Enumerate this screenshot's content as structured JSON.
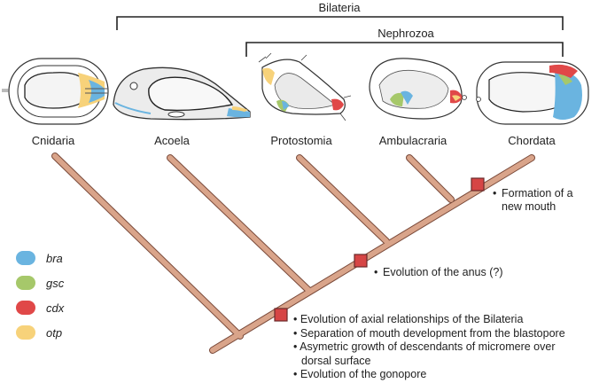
{
  "brackets": {
    "outer": "Bilateria",
    "inner": "Nephrozoa"
  },
  "taxa": [
    "Cnidaria",
    "Acoela",
    "Protostomia",
    "Ambulacraria",
    "Chordata"
  ],
  "legend": [
    {
      "label": "bra",
      "color": "#6ab4e0"
    },
    {
      "label": "gsc",
      "color": "#a6c86a"
    },
    {
      "label": "cdx",
      "color": "#e04848"
    },
    {
      "label": "otp",
      "color": "#f7d27a"
    }
  ],
  "annotations": {
    "mouth": [
      "Formation of a",
      "new mouth"
    ],
    "anus": "Evolution of the anus (?)",
    "bilateria": [
      "Evolution of axial relationships of the Bilateria",
      "Separation of mouth development from the blastopore",
      "Asymetric growth of descendants of micromere over dorsal surface",
      "Evolution of the gonopore"
    ]
  },
  "colors": {
    "branch": "#d9a48a",
    "branch_outline": "#7a4a3a",
    "node": "#d64545"
  }
}
